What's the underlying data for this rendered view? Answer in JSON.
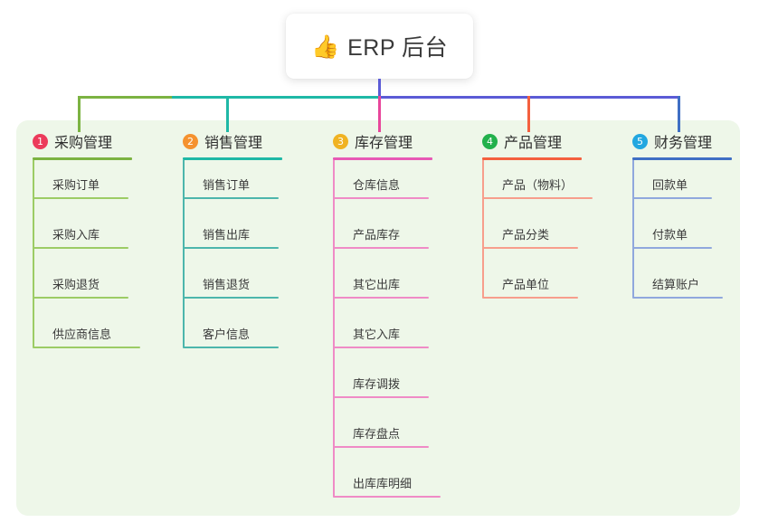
{
  "root": {
    "icon": "thumbs-up-icon",
    "icon_glyph": "👍",
    "title": "ERP 后台"
  },
  "colors": {
    "panel_background": "#eef7e9",
    "page_background": "#ffffff",
    "text": "#3a3a3a",
    "root_stem": "#5b5bd6",
    "trunk_left_green": "#7cb342",
    "trunk_teal": "#1fb8a6",
    "trunk_indigo": "#5b5bd6"
  },
  "branches": [
    {
      "index": "1",
      "title": "采购管理",
      "badge_color": "#ec3b5b",
      "rule_color": "#7cb342",
      "leaf_color": "#9ccc65",
      "connector_color": "#7cb342",
      "leaves": [
        "采购订单",
        "采购入库",
        "采购退货",
        "供应商信息"
      ]
    },
    {
      "index": "2",
      "title": "销售管理",
      "badge_color": "#f5922f",
      "rule_color": "#1fb8a6",
      "leaf_color": "#4db6ac",
      "connector_color": "#1fb8a6",
      "leaves": [
        "销售订单",
        "销售出库",
        "销售退货",
        "客户信息"
      ]
    },
    {
      "index": "3",
      "title": "库存管理",
      "badge_color": "#f0b323",
      "rule_color": "#e759b5",
      "leaf_color": "#ef8bc6",
      "connector_color": "#e8469b",
      "leaves": [
        "仓库信息",
        "产品库存",
        "其它出库",
        "其它入库",
        "库存调拨",
        "库存盘点",
        "出库库明细"
      ]
    },
    {
      "index": "4",
      "title": "产品管理",
      "badge_color": "#22b14c",
      "rule_color": "#f4603f",
      "leaf_color": "#f79e8c",
      "connector_color": "#f4603f",
      "leaves": [
        "产品（物料）",
        "产品分类",
        "产品单位"
      ]
    },
    {
      "index": "5",
      "title": "财务管理",
      "badge_color": "#22a7e0",
      "rule_color": "#3f6fc4",
      "leaf_color": "#90a8dd",
      "connector_color": "#3f6fc4",
      "leaves": [
        "回款单",
        "付款单",
        "结算账户"
      ]
    }
  ]
}
